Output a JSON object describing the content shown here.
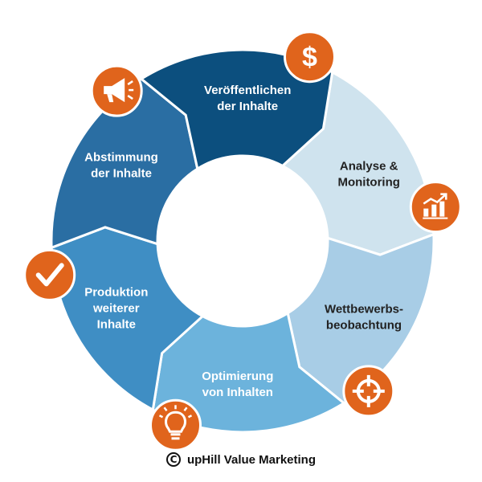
{
  "diagram": {
    "segments": [
      {
        "id": "analysis",
        "lines": [
          "Analyse &",
          "Monitoring"
        ],
        "color": "#cfe3ee",
        "text_color": "#222222",
        "icon": "chart-growth-icon"
      },
      {
        "id": "competition",
        "lines": [
          "Wettbewerbs-",
          "beobachtung"
        ],
        "color": "#a8cde6",
        "text_color": "#222222",
        "icon": "crosshair-icon"
      },
      {
        "id": "optimization",
        "lines": [
          "Optimierung",
          "von Inhalten"
        ],
        "color": "#6cb3dc",
        "text_color": "#ffffff",
        "icon": "lightbulb-icon"
      },
      {
        "id": "production",
        "lines": [
          "Produktion",
          "weiterer",
          "Inhalte"
        ],
        "color": "#3f8ec4",
        "text_color": "#ffffff",
        "icon": "checkmark-icon"
      },
      {
        "id": "coordination",
        "lines": [
          "Abstimmung",
          "der Inhalte"
        ],
        "color": "#2a6ea3",
        "text_color": "#ffffff",
        "icon": "megaphone-icon"
      },
      {
        "id": "publication",
        "lines": [
          "Veröffentlichen",
          "der Inhalte"
        ],
        "color": "#0c4f7e",
        "text_color": "#ffffff",
        "icon": "dollar-icon"
      }
    ],
    "accent_color": "#e0641c"
  },
  "footer": {
    "copyright_symbol": "C",
    "text": "upHill Value Marketing"
  }
}
